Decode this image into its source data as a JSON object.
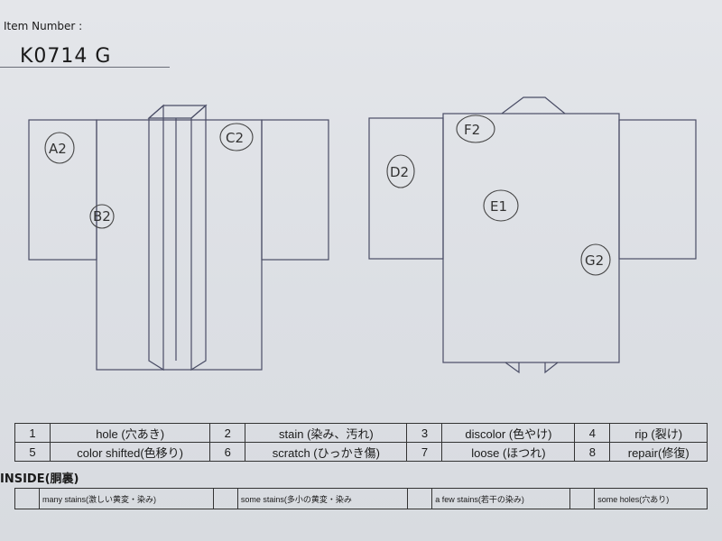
{
  "header": {
    "item_number_label": "Item Number :",
    "item_number_value": "K0714   G"
  },
  "front_marks": [
    "A2",
    "B2",
    "C2"
  ],
  "back_marks": [
    "D2",
    "F2",
    "E1",
    "G2"
  ],
  "defect_legend": [
    [
      {
        "num": "1",
        "label": "hole (穴あき)"
      },
      {
        "num": "2",
        "label": "stain (染み、汚れ)"
      },
      {
        "num": "3",
        "label": "discolor (色やけ)"
      },
      {
        "num": "4",
        "label": "rip (裂け)"
      }
    ],
    [
      {
        "num": "5",
        "label": "color shifted(色移り)"
      },
      {
        "num": "6",
        "label": "scratch (ひっかき傷)"
      },
      {
        "num": "7",
        "label": "loose (ほつれ)"
      },
      {
        "num": "8",
        "label": "repair(修復)"
      }
    ]
  ],
  "inside": {
    "label": "INSIDE(胴裏)",
    "items": [
      "many stains(激しい黄変・染み)",
      "some stains(多小の黄変・染み",
      "a few stains(若干の染み)",
      "some holes(穴あり)"
    ]
  }
}
